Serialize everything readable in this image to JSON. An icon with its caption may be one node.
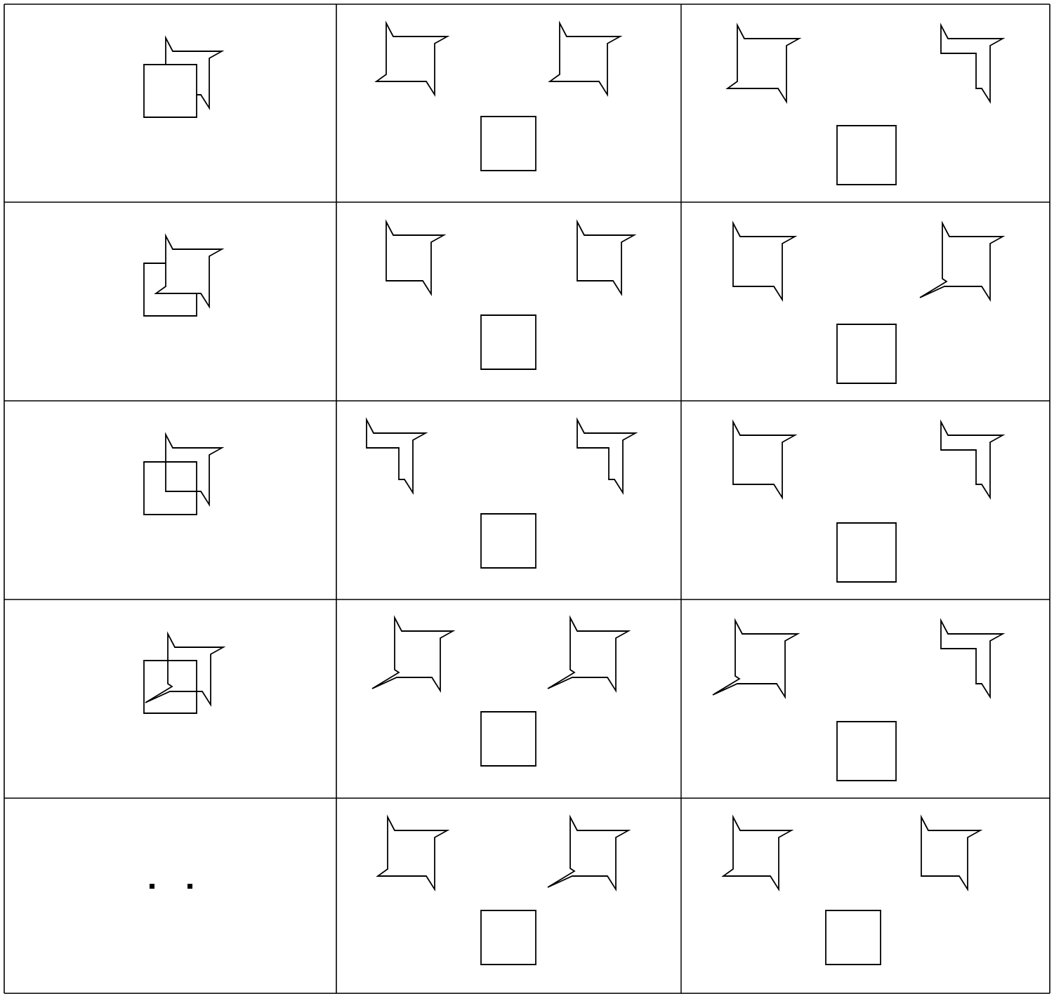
{
  "diagram": {
    "nodes": [
      {
        "text": [],
        "shape": "polygon"
      },
      {
        "text": [],
        "shape": "square"
      },
      {
        "text": [],
        "shape": "polygon"
      },
      {
        "text": [],
        "shape": "polygon"
      },
      {
        "text": [],
        "shape": "square"
      },
      {
        "text": [],
        "shape": "polygon"
      },
      {
        "text": [],
        "shape": "polygon"
      },
      {
        "text": [],
        "shape": "square"
      },
      {
        "text": [],
        "shape": "polygon"
      },
      {
        "text": [],
        "shape": "square"
      },
      {
        "text": [],
        "shape": "polygon"
      },
      {
        "text": [],
        "shape": "polygon"
      },
      {
        "text": [],
        "shape": "square"
      },
      {
        "text": [],
        "shape": "polygon"
      },
      {
        "text": [],
        "shape": "polygon"
      },
      {
        "text": [],
        "shape": "square"
      },
      {
        "text": [],
        "shape": "polygon"
      },
      {
        "text": [],
        "shape": "square"
      },
      {
        "text": [],
        "shape": "polygon"
      },
      {
        "text": [],
        "shape": "polygon"
      },
      {
        "text": [],
        "shape": "square"
      },
      {
        "text": [],
        "shape": "polygon"
      },
      {
        "text": [],
        "shape": "polygon"
      },
      {
        "text": [],
        "shape": "square"
      },
      {
        "text": [],
        "shape": "polygon"
      },
      {
        "text": [],
        "shape": "square"
      },
      {
        "text": [],
        "shape": "polygon"
      },
      {
        "text": [],
        "shape": "polygon"
      },
      {
        "text": [],
        "shape": "square"
      },
      {
        "text": [],
        "shape": "polygon"
      },
      {
        "text": [],
        "shape": "polygon"
      },
      {
        "text": [],
        "shape": "square"
      },
      {
        "text": [],
        "shape": "polygon"
      },
      {
        "text": [],
        "shape": "polygon"
      },
      {
        "text": [],
        "shape": "square"
      },
      {
        "text": [],
        "shape": "polygon"
      },
      {
        "text": [],
        "shape": "polygon"
      },
      {
        "text": [],
        "shape": "square"
      }
    ]
  }
}
